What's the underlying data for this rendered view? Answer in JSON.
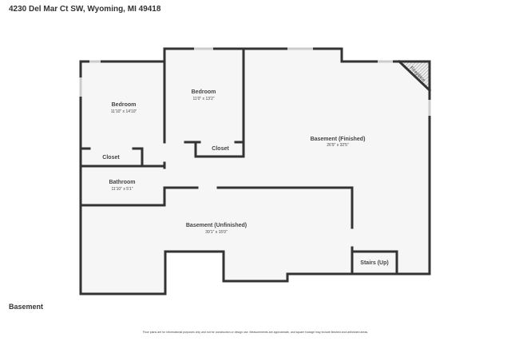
{
  "header": {
    "address": "4230 Del Mar Ct SW, Wyoming, MI 49418"
  },
  "level_label": "Basement",
  "disclaimer": "Floor plans are for informational purposes only and not for construction or design use. Measurements are approximate, and square footage may include finished and unfinished areas.",
  "rooms": [
    {
      "name": "Bedroom",
      "dims": "11'10\" x 14'10\""
    },
    {
      "name": "Bedroom",
      "dims": "11'0\" x 13'2\""
    },
    {
      "name": "Closet"
    },
    {
      "name": "Closet"
    },
    {
      "name": "Bathroom",
      "dims": "11'10\" x 5'1\""
    },
    {
      "name": "Basement (Finished)",
      "dims": "26'9\" x 32'5\""
    },
    {
      "name": "Basement (Unfinished)",
      "dims": "39'1\" x 15'0\""
    },
    {
      "name": "Stairs (Up)"
    },
    {
      "name": "Fireplace"
    }
  ],
  "colors": {
    "wall": "#333333",
    "floor": "#f6f6f6"
  }
}
